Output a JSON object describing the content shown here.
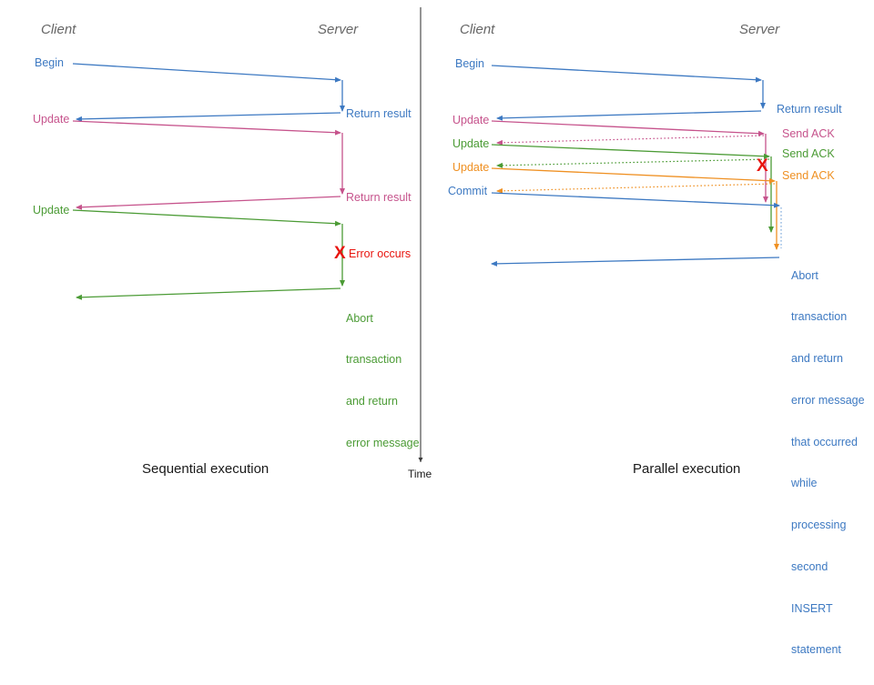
{
  "colors": {
    "blue": "#3d79c2",
    "blue_light": "#9fc0e4",
    "pink": "#c6538c",
    "pink_light": "#e3a8c6",
    "green": "#4b9b35",
    "green_light": "#9ccb8a",
    "orange": "#ef9022",
    "orange_light": "#f7c68c",
    "red": "#e8150f",
    "gray": "#666666",
    "axis": "#3c3c3c",
    "text": "#1a1a1a"
  },
  "panels": [
    {
      "id": "sequential",
      "caption": "Sequential execution",
      "actors": {
        "client": "Client",
        "server": "Server"
      },
      "client_labels": [
        {
          "text": "Begin",
          "color": "blue"
        },
        {
          "text": "Update",
          "color": "pink"
        },
        {
          "text": "Update",
          "color": "green"
        }
      ],
      "server_labels": [
        {
          "text": "Return result",
          "color": "blue"
        },
        {
          "text": "Return result",
          "color": "pink"
        },
        {
          "text": "Error occurs",
          "color": "red"
        }
      ],
      "server_block": {
        "color": "green",
        "lines": [
          "Abort",
          "transaction",
          "and return",
          "error message"
        ]
      }
    },
    {
      "id": "parallel",
      "caption": "Parallel execution",
      "actors": {
        "client": "Client",
        "server": "Server"
      },
      "client_labels": [
        {
          "text": "Begin",
          "color": "blue"
        },
        {
          "text": "Update",
          "color": "pink"
        },
        {
          "text": "Update",
          "color": "green"
        },
        {
          "text": "Update",
          "color": "orange"
        },
        {
          "text": "Commit",
          "color": "blue"
        }
      ],
      "server_labels": [
        {
          "text": "Return result",
          "color": "blue"
        },
        {
          "text": "Send ACK",
          "color": "pink"
        },
        {
          "text": "Send ACK",
          "color": "green"
        },
        {
          "text": "Send ACK",
          "color": "orange"
        }
      ],
      "server_block": {
        "color": "blue",
        "lines": [
          "Abort",
          "transaction",
          "and return",
          "error message",
          "that occurred",
          "while",
          "processing",
          "second",
          "INSERT",
          "statement"
        ]
      }
    }
  ],
  "time_axis": {
    "label": "Time"
  },
  "error_marker": {
    "glyph": "X",
    "color": "red"
  }
}
